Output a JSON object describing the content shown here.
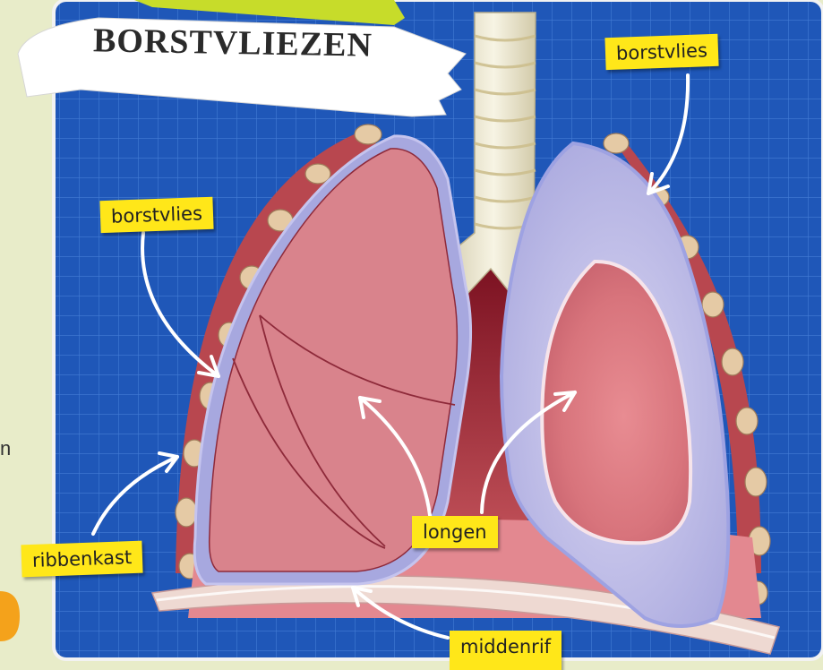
{
  "title": "BORSTVLIEZEN",
  "edge_text": "n",
  "labels": {
    "borstvlies_right": "borstvlies",
    "borstvlies_left": "borstvlies",
    "ribbenkast": "ribbenkast",
    "longen": "longen",
    "middenrif": "middenrif"
  },
  "colors": {
    "background_panel": "#1f57b8",
    "grid_line": "#4f86dd",
    "label_fill": "#ffe719",
    "lung_fill": "#d9808a",
    "pleura_fill": "#a9a9dc",
    "rib_wall": "#b8474f",
    "trachea": "#f0ecd8"
  },
  "icons": [
    "arrow-icon"
  ]
}
